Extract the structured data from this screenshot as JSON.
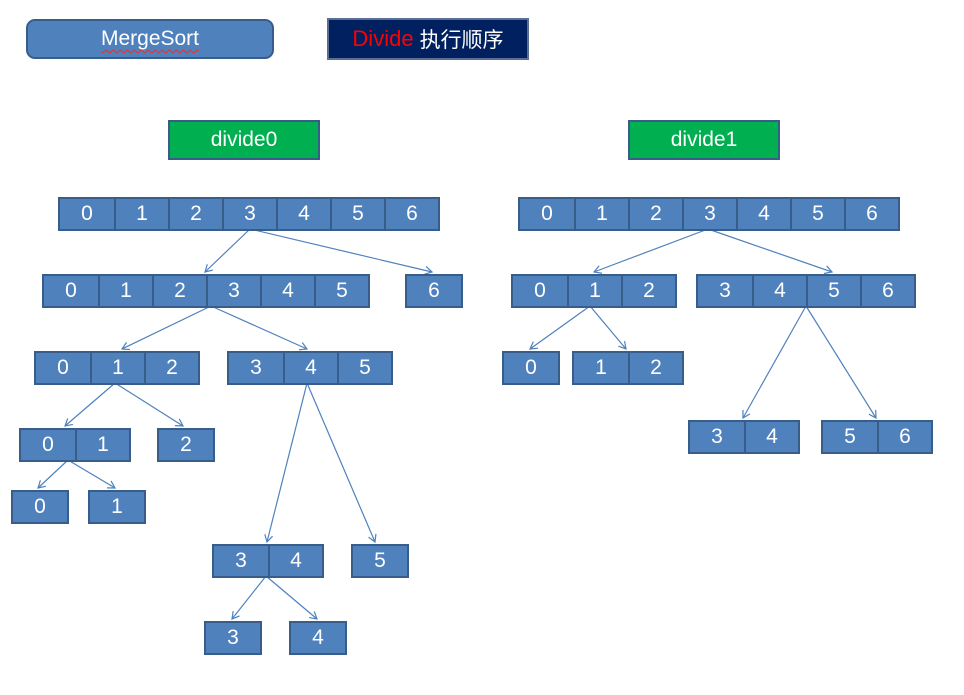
{
  "title": "MergeSort",
  "order": {
    "divide": "Divide",
    "rest": "执行顺序"
  },
  "labels": {
    "divide0": "divide0",
    "divide1": "divide1"
  },
  "colors": {
    "node_fill": "#4f81bd",
    "node_border": "#385d8a",
    "label_green": "#00b050",
    "order_bg": "#002060",
    "order_red": "#ff0000"
  },
  "nodes": [
    [
      "0",
      "1",
      "2",
      "3",
      "4",
      "5",
      "6"
    ],
    [
      "0",
      "1",
      "2",
      "3",
      "4",
      "5"
    ],
    [
      "6"
    ],
    [
      "0",
      "1",
      "2"
    ],
    [
      "3",
      "4",
      "5"
    ],
    [
      "0",
      "1"
    ],
    [
      "2"
    ],
    [
      "0"
    ],
    [
      "1"
    ],
    [
      "3",
      "4"
    ],
    [
      "5"
    ],
    [
      "3"
    ],
    [
      "4"
    ],
    [
      "0",
      "1",
      "2",
      "3",
      "4",
      "5",
      "6"
    ],
    [
      "0",
      "1",
      "2"
    ],
    [
      "3",
      "4",
      "5",
      "6"
    ],
    [
      "0"
    ],
    [
      "1",
      "2"
    ],
    [
      "3",
      "4"
    ],
    [
      "5",
      "6"
    ]
  ]
}
